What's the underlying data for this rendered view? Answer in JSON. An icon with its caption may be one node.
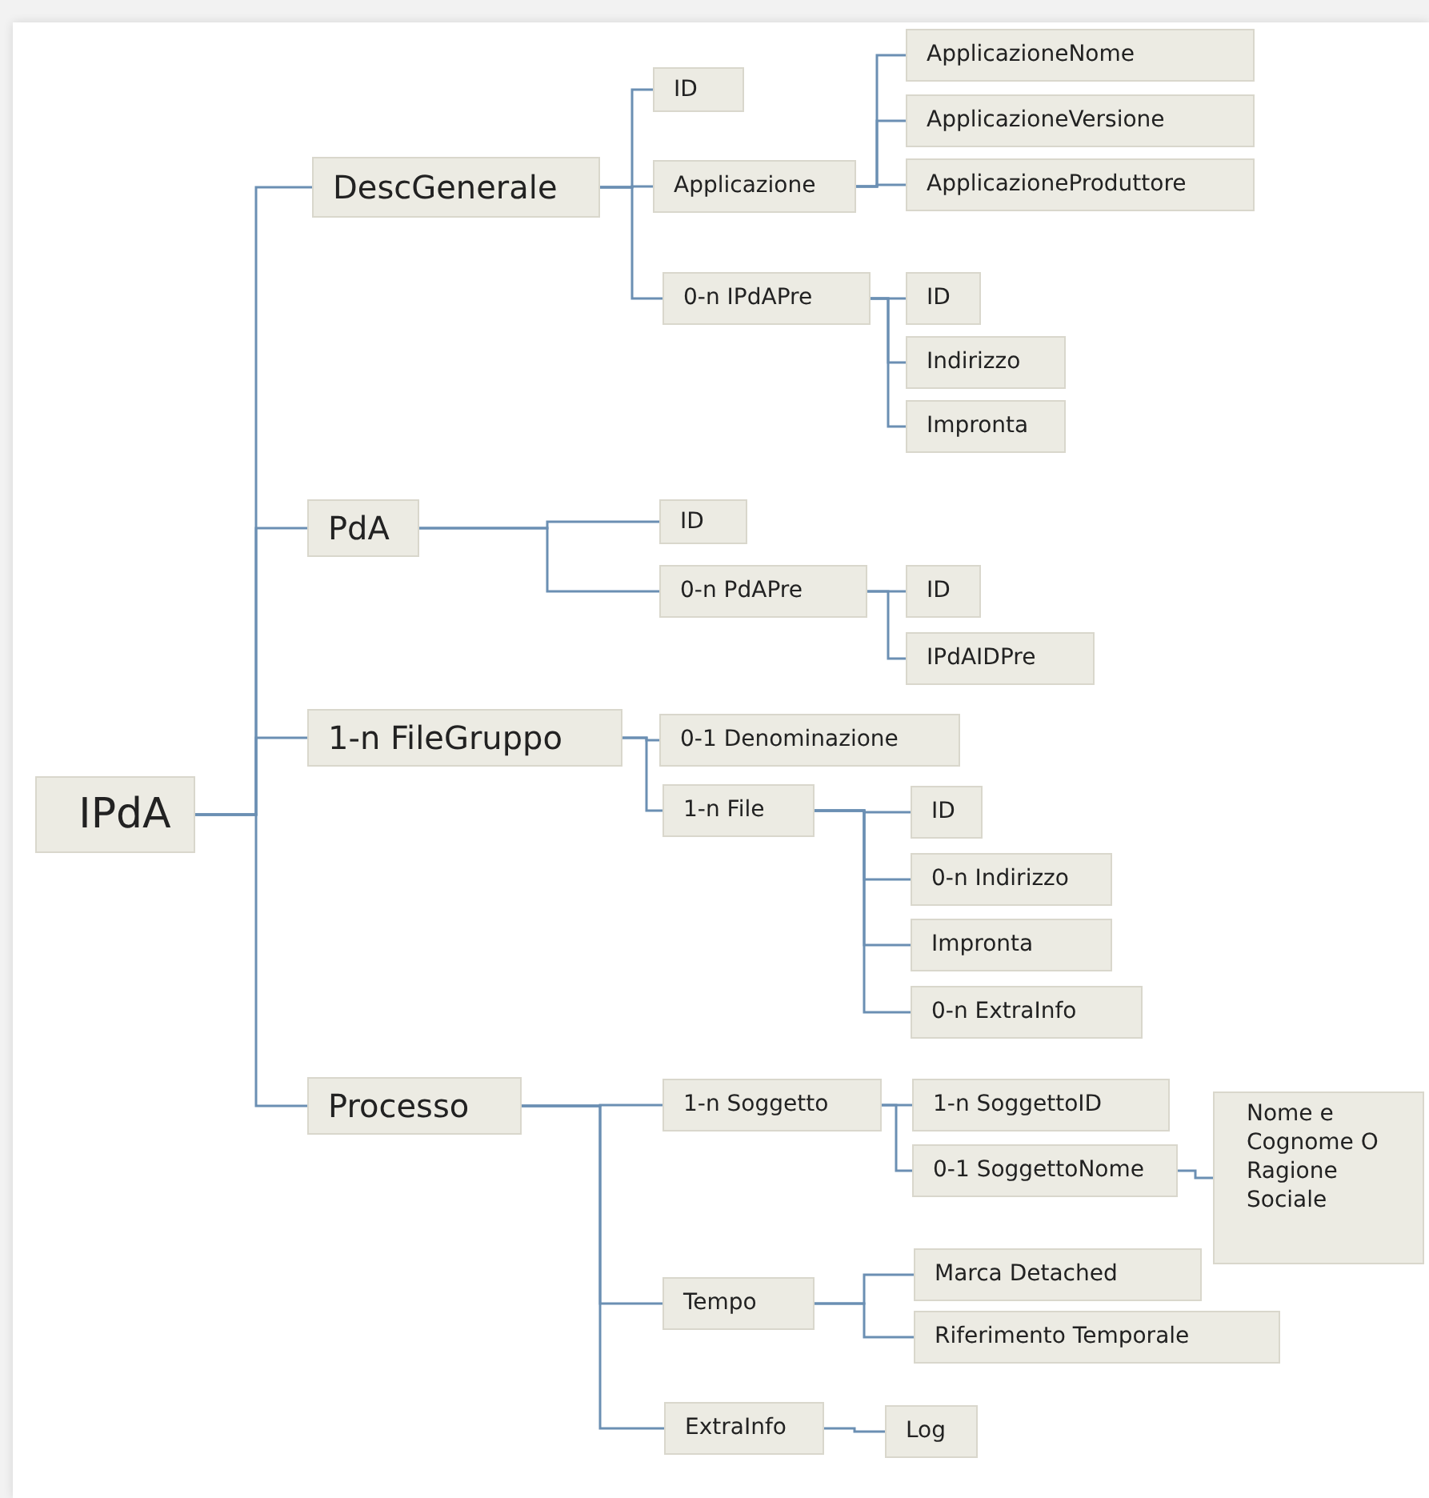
{
  "diagram": {
    "nodes": [
      {
        "text": [
          "IPdA"
        ]
      },
      {
        "text": [
          "DescGenerale"
        ]
      },
      {
        "text": [
          "ID"
        ]
      },
      {
        "text": [
          "Applicazione"
        ]
      },
      {
        "text": [
          "ApplicazioneNome"
        ]
      },
      {
        "text": [
          "ApplicazioneVersione"
        ]
      },
      {
        "text": [
          "ApplicazioneProduttore"
        ]
      },
      {
        "text": [
          "0-n IPdAPre"
        ]
      },
      {
        "text": [
          "ID"
        ]
      },
      {
        "text": [
          "Indirizzo"
        ]
      },
      {
        "text": [
          "Impronta"
        ]
      },
      {
        "text": [
          "PdA"
        ]
      },
      {
        "text": [
          "ID"
        ]
      },
      {
        "text": [
          "0-n PdAPre"
        ]
      },
      {
        "text": [
          "ID"
        ]
      },
      {
        "text": [
          "IPdAIDPre"
        ]
      },
      {
        "text": [
          "1-n FileGruppo"
        ]
      },
      {
        "text": [
          "0-1 Denominazione"
        ]
      },
      {
        "text": [
          "1-n File"
        ]
      },
      {
        "text": [
          "ID"
        ]
      },
      {
        "text": [
          "0-n Indirizzo"
        ]
      },
      {
        "text": [
          "Impronta"
        ]
      },
      {
        "text": [
          "0-n ExtraInfo"
        ]
      },
      {
        "text": [
          "Processo"
        ]
      },
      {
        "text": [
          "1-n Soggetto"
        ]
      },
      {
        "text": [
          "1-n SoggettoID"
        ]
      },
      {
        "text": [
          "0-1 SoggettoNome"
        ]
      },
      {
        "text": [
          "Nome e Cognome O Ragione Sociale"
        ]
      },
      {
        "text": [
          "Tempo"
        ]
      },
      {
        "text": [
          "Marca Detached"
        ]
      },
      {
        "text": [
          "Riferimento Temporale"
        ]
      },
      {
        "text": [
          "ExtraInfo"
        ]
      },
      {
        "text": [
          "Log"
        ]
      }
    ],
    "edges": [
      {
        "from": 0,
        "to": 1,
        "arrow": "none"
      },
      {
        "from": 0,
        "to": 11,
        "arrow": "none"
      },
      {
        "from": 0,
        "to": 16,
        "arrow": "none"
      },
      {
        "from": 0,
        "to": 23,
        "arrow": "none"
      },
      {
        "from": 1,
        "to": 2,
        "arrow": "none"
      },
      {
        "from": 1,
        "to": 3,
        "arrow": "none"
      },
      {
        "from": 1,
        "to": 7,
        "arrow": "none"
      },
      {
        "from": 3,
        "to": 4,
        "arrow": "none"
      },
      {
        "from": 3,
        "to": 5,
        "arrow": "none"
      },
      {
        "from": 3,
        "to": 6,
        "arrow": "none"
      },
      {
        "from": 7,
        "to": 8,
        "arrow": "none"
      },
      {
        "from": 7,
        "to": 9,
        "arrow": "none"
      },
      {
        "from": 7,
        "to": 10,
        "arrow": "none"
      },
      {
        "from": 11,
        "to": 12,
        "arrow": "none"
      },
      {
        "from": 11,
        "to": 13,
        "arrow": "none"
      },
      {
        "from": 13,
        "to": 14,
        "arrow": "none"
      },
      {
        "from": 13,
        "to": 15,
        "arrow": "none"
      },
      {
        "from": 16,
        "to": 17,
        "arrow": "none"
      },
      {
        "from": 16,
        "to": 18,
        "arrow": "none"
      },
      {
        "from": 18,
        "to": 19,
        "arrow": "none"
      },
      {
        "from": 18,
        "to": 20,
        "arrow": "none"
      },
      {
        "from": 18,
        "to": 21,
        "arrow": "none"
      },
      {
        "from": 18,
        "to": 22,
        "arrow": "none"
      },
      {
        "from": 23,
        "to": 24,
        "arrow": "none"
      },
      {
        "from": 23,
        "to": 28,
        "arrow": "none"
      },
      {
        "from": 23,
        "to": 31,
        "arrow": "none"
      },
      {
        "from": 24,
        "to": 25,
        "arrow": "none"
      },
      {
        "from": 24,
        "to": 26,
        "arrow": "none"
      },
      {
        "from": 26,
        "to": 27,
        "arrow": "none"
      },
      {
        "from": 28,
        "to": 29,
        "arrow": "none"
      },
      {
        "from": 28,
        "to": 30,
        "arrow": "none"
      },
      {
        "from": 31,
        "to": 32,
        "arrow": "none"
      }
    ]
  }
}
